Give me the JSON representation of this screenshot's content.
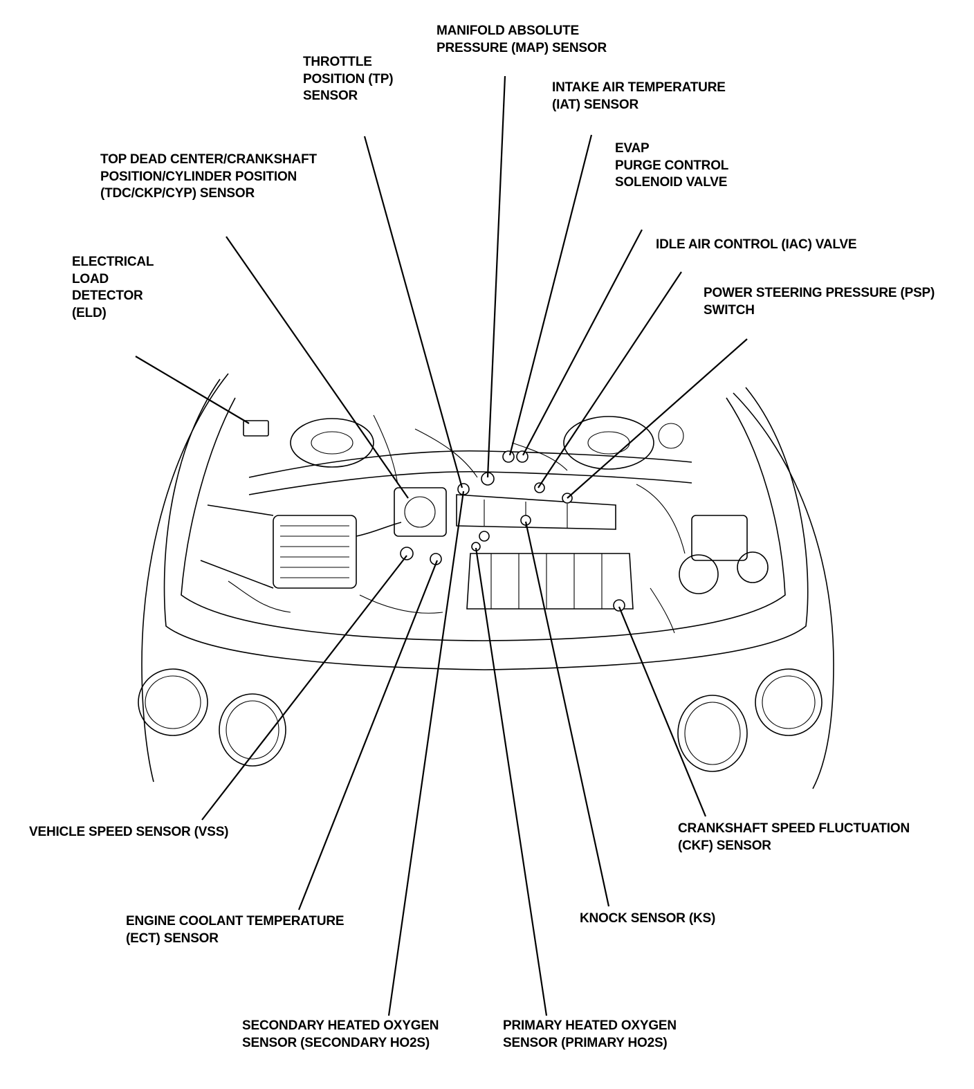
{
  "labels": [
    {
      "id": "map",
      "lines": [
        "MANIFOLD ABSOLUTE",
        "PRESSURE (MAP) SENSOR"
      ]
    },
    {
      "id": "tp",
      "lines": [
        "THROTTLE",
        "POSITION (TP)",
        "SENSOR"
      ]
    },
    {
      "id": "iat",
      "lines": [
        "INTAKE AIR TEMPERATURE",
        "(IAT) SENSOR"
      ]
    },
    {
      "id": "evap",
      "lines": [
        "EVAP",
        "PURGE CONTROL",
        "SOLENOID VALVE"
      ]
    },
    {
      "id": "tdc",
      "lines": [
        "TOP DEAD CENTER/CRANKSHAFT",
        "POSITION/CYLINDER POSITION",
        "(TDC/CKP/CYP) SENSOR"
      ]
    },
    {
      "id": "iac",
      "lines": [
        "IDLE AIR CONTROL (IAC) VALVE"
      ]
    },
    {
      "id": "eld",
      "lines": [
        "ELECTRICAL",
        "LOAD",
        "DETECTOR",
        "(ELD)"
      ]
    },
    {
      "id": "psp",
      "lines": [
        "POWER STEERING PRESSURE (PSP)",
        "SWITCH"
      ]
    },
    {
      "id": "vss",
      "lines": [
        "VEHICLE SPEED SENSOR (VSS)"
      ]
    },
    {
      "id": "ckf",
      "lines": [
        "CRANKSHAFT SPEED FLUCTUATION",
        "(CKF) SENSOR"
      ]
    },
    {
      "id": "ect",
      "lines": [
        "ENGINE COOLANT TEMPERATURE",
        "(ECT) SENSOR"
      ]
    },
    {
      "id": "ks",
      "lines": [
        "KNOCK SENSOR (KS)"
      ]
    },
    {
      "id": "sho2s",
      "lines": [
        "SECONDARY HEATED OXYGEN",
        "SENSOR (SECONDARY HO2S)"
      ]
    },
    {
      "id": "pho2s",
      "lines": [
        "PRIMARY HEATED OXYGEN",
        "SENSOR (PRIMARY HO2S)"
      ]
    }
  ]
}
